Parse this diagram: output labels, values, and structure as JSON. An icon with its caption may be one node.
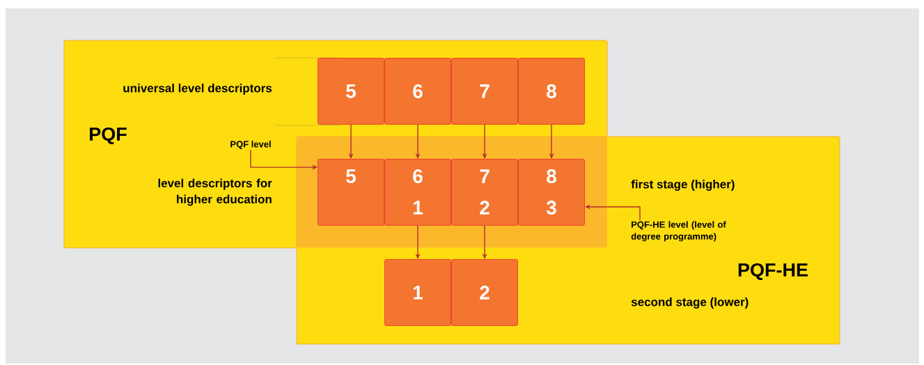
{
  "diagram": {
    "nodes": [
      {
        "text": [
          "PQF"
        ]
      },
      {
        "text": [
          "5"
        ],
        "in": 0
      },
      {
        "text": [
          "6"
        ],
        "in": 0
      },
      {
        "text": [
          "7"
        ],
        "in": 0
      },
      {
        "text": [
          "8"
        ],
        "in": 0
      },
      {
        "text": [
          "PQF level"
        ],
        "in": 0
      },
      {
        "text": [
          "5"
        ]
      },
      {
        "text": [
          "6",
          "1"
        ]
      },
      {
        "text": [
          "7",
          "2"
        ]
      },
      {
        "text": [
          "8",
          "3"
        ]
      },
      {
        "text": [
          "PQF-HE"
        ]
      },
      {
        "text": [
          "1"
        ],
        "in": 10
      },
      {
        "text": [
          "2"
        ],
        "in": 10
      },
      {
        "text": [
          "PQF-HE level (level of degree programme)"
        ],
        "in": 10
      }
    ],
    "edges": [
      {
        "from": 1,
        "to": 6,
        "arrow": "to"
      },
      {
        "from": 2,
        "to": 7,
        "arrow": "to"
      },
      {
        "from": 3,
        "to": 8,
        "arrow": "to"
      },
      {
        "from": 4,
        "to": 9,
        "arrow": "to"
      },
      {
        "from": 7,
        "to": 11,
        "arrow": "to"
      },
      {
        "from": 8,
        "to": 12,
        "arrow": "to"
      },
      {
        "from": 5,
        "to": 6,
        "arrow": "to"
      },
      {
        "from": 13,
        "to": 9,
        "arrow": "to"
      }
    ],
    "labels": [
      "universal level descriptors",
      "level descriptors for higher education",
      "first stage (higher)",
      "second stage (lower)"
    ]
  }
}
